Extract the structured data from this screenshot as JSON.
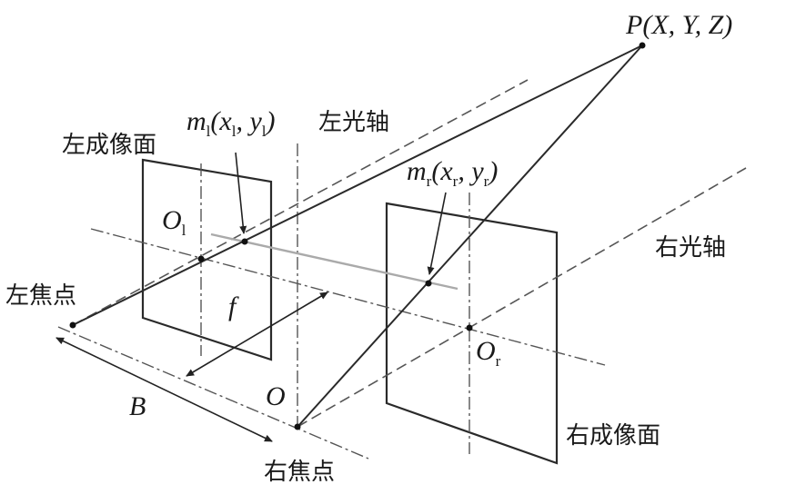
{
  "labels": {
    "point_p": "P(X, Y, Z)",
    "m_left_m": "m",
    "m_left_sub": "l",
    "m_left_coords": "(x",
    "m_left_coords_sub": "l",
    "m_left_y": ", y",
    "m_left_y_sub": "l",
    "m_left_close": ")",
    "m_right_m": "m",
    "m_right_sub": "r",
    "m_right_coords": "(x",
    "m_right_coords_sub": "r",
    "m_right_y": ", y",
    "m_right_y_sub": "r",
    "m_right_close": ")",
    "left_optical_axis": "左光轴",
    "right_optical_axis": "右光轴",
    "left_image_plane": "左成像面",
    "right_image_plane": "右成像面",
    "left_focus": "左焦点",
    "right_focus": "右焦点",
    "o_left": "O",
    "o_left_sub": "l",
    "o_right": "O",
    "o_right_sub": "r",
    "origin_o": "O",
    "focal_f": "f",
    "baseline_b": "B"
  }
}
